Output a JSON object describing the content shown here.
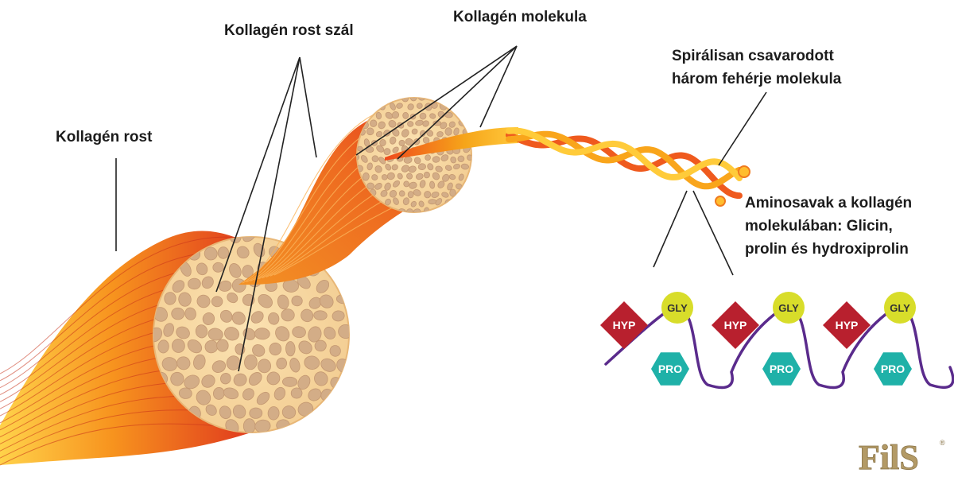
{
  "labels": {
    "collagen_fiber": "Kollagén rost",
    "collagen_fibril": "Kollagén rost szál",
    "collagen_molecule": "Kollagén molekula",
    "helix_line1": "Spirálisan csavarodott",
    "helix_line2": "három fehérje molekula",
    "amino_line1": "Aminosavak a kollagén",
    "amino_line2": "molekulában: Glicin,",
    "amino_line3": "prolin és hydroxiprolin"
  },
  "amino_chain": {
    "units": [
      {
        "hyp": "HYP",
        "gly": "GLY",
        "pro": "PRO"
      },
      {
        "hyp": "HYP",
        "gly": "GLY",
        "pro": "PRO"
      },
      {
        "hyp": "HYP",
        "gly": "GLY",
        "pro": "PRO"
      }
    ],
    "colors": {
      "hyp": "#b8202e",
      "gly": "#d8dd2a",
      "pro": "#1fb1a8",
      "backbone": "#5a2b8c"
    }
  },
  "logo": {
    "text": "FilS",
    "mark": "®",
    "color": "#b39a66"
  },
  "palette": {
    "fiber_red": "#e03a1e",
    "fiber_orange": "#f7931e",
    "fiber_yellow": "#ffd24a",
    "fibril_body": "#f8d9a4",
    "fibril_spot": "#d3ad87"
  }
}
